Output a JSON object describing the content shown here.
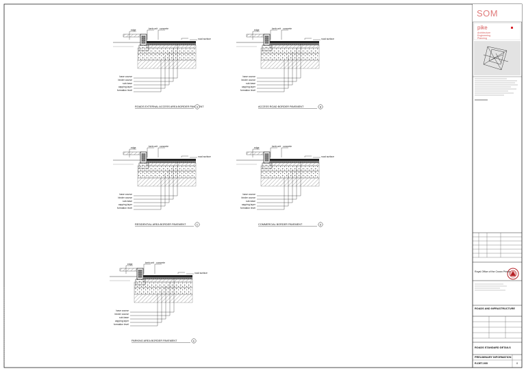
{
  "title_block": {
    "brand": "SOM",
    "project_code": "pike",
    "consultant_lines": [
      "Architecture",
      "Engineering",
      "Planning"
    ],
    "client_line": "Royal Office of the Crown Prince",
    "project_title": "ROADS AND INFRASTRUCTURE",
    "drawing_title": "ROADS STANDARD DETAILS",
    "sheet_status": "PRELIMINARY INFORMATION",
    "sheet_number": "R-DET-005",
    "revision": "0"
  },
  "details": [
    {
      "caption": "ROADS EXTERNAL ACCESS AREA BORDER PAVEMENT",
      "marker": "A"
    },
    {
      "caption": "ACCESS ROAD BORDER PAVEMENT",
      "marker": "B"
    },
    {
      "caption": "RESIDENTIAL AREA BORDER PAVEMENT",
      "marker": "C"
    },
    {
      "caption": "COMMERCIAL BORDER PAVEMENT",
      "marker": "D"
    },
    {
      "caption": "PARKING AREA BORDER PAVEMENT",
      "marker": "E"
    }
  ],
  "annotations": {
    "kerb": "kerb unit",
    "edge": "edge",
    "concrete": "concrete",
    "road": "road surface",
    "layers": [
      "base course",
      "binder course",
      "sub-base",
      "capping layer",
      "formation level"
    ]
  }
}
